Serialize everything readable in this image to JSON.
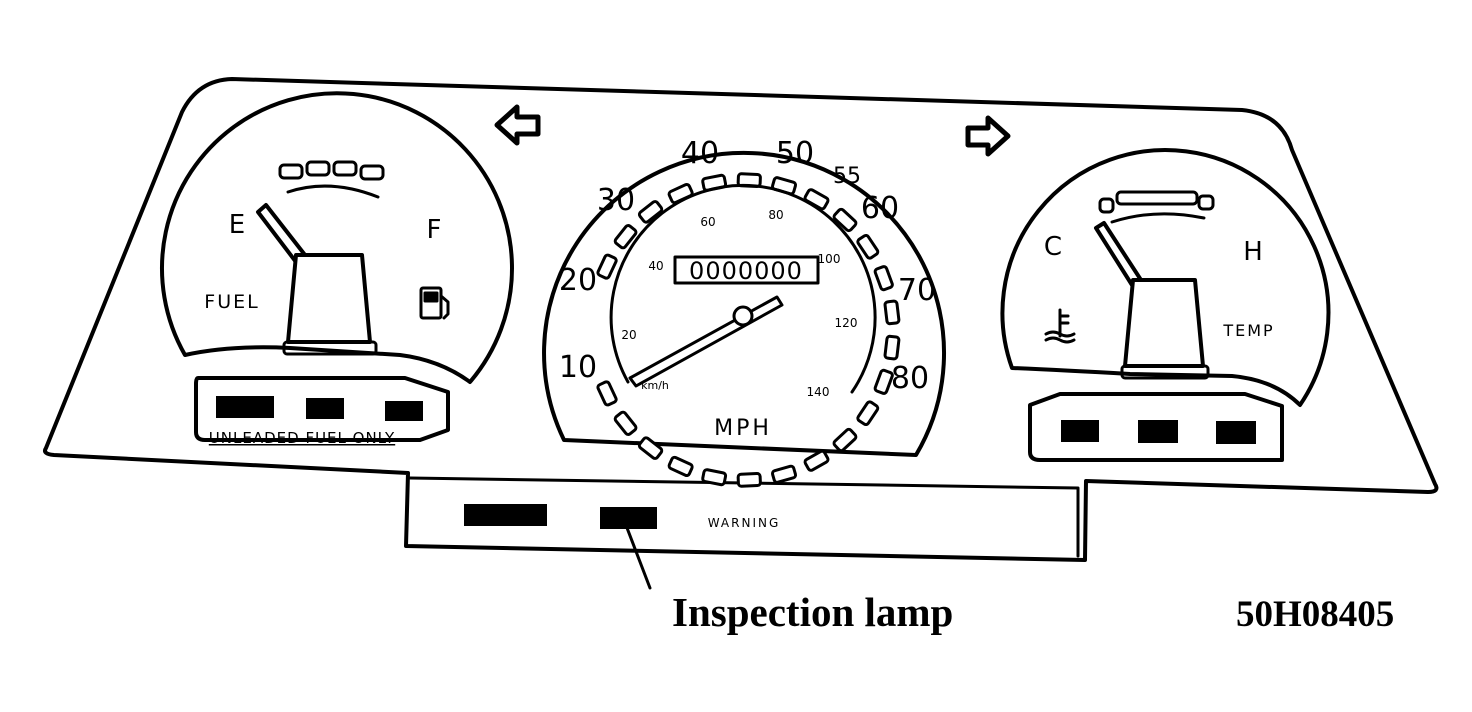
{
  "fuel_gauge": {
    "empty_label": "E",
    "full_label": "F",
    "name_label": "FUEL",
    "note": "UNLEADED FUEL ONLY",
    "icon": "fuel-pump-icon"
  },
  "temp_gauge": {
    "cold_label": "C",
    "hot_label": "H",
    "name_label": "TEMP",
    "icon": "coolant-temperature-icon"
  },
  "speedometer": {
    "mph_ticks": [
      "10",
      "20",
      "30",
      "40",
      "50",
      "55",
      "60",
      "70",
      "80"
    ],
    "kmh_ticks": [
      "20",
      "40",
      "60",
      "80",
      "100",
      "120",
      "140"
    ],
    "kmh_unit": "km/h",
    "unit_label": "MPH",
    "odometer": "0000000"
  },
  "turn_signals": {
    "left_icon": "left-arrow-icon",
    "right_icon": "right-arrow-icon"
  },
  "warning_panel": {
    "label": "WARNING"
  },
  "annotation": {
    "callout": "Inspection lamp"
  },
  "figure_code": "50H08405"
}
